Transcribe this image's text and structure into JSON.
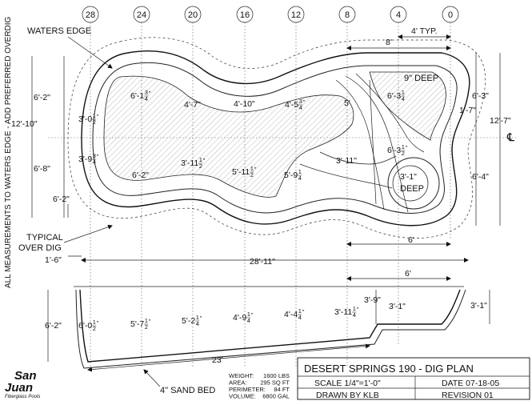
{
  "vertical_note": "ALL MEASUREMENTS TO WATERS EDGE - ADD PREFERRED OVERDIG",
  "stations": [
    "28",
    "24",
    "20",
    "16",
    "12",
    "8",
    "4",
    "0"
  ],
  "labels": {
    "waters_edge": "WATERS EDGE",
    "typical": "TYPICAL",
    "over_dig": "OVER DIG",
    "deep_main": "9\" DEEP",
    "deep_small": "DEEP",
    "sand_bed": "4\" SAND BED",
    "centerline": "℄"
  },
  "plan_dims": {
    "typ_4": "4' TYP.",
    "top_8": "8'",
    "left_6_2_top": "6'-2\"",
    "left_12_10": "12'-10\"",
    "left_6_8": "6'-8\"",
    "left_6_2_bottom": "6'-2\"",
    "overdig_1_6": "1'-6\"",
    "right_6_3": "6'-3\"",
    "right_1_7": "1'-7\"",
    "right_12_7": "12'-7\"",
    "right_6_4": "6'-4\"",
    "bottom_6": "6'",
    "overall_28_11": "28'-11\""
  },
  "plan_widths": [
    {
      "w": "6'-1",
      "n": "3",
      "d": "4",
      "s": "\""
    },
    {
      "w": "4'-7\"",
      "n": "",
      "d": "",
      "s": ""
    },
    {
      "w": "4'-10\"",
      "n": "",
      "d": "",
      "s": ""
    },
    {
      "w": "4'-5",
      "n": "3",
      "d": "4",
      "s": "\""
    },
    {
      "w": "5'",
      "n": "",
      "d": "",
      "s": ""
    },
    {
      "w": "6'-3",
      "n": "1",
      "d": "4",
      "s": ""
    },
    {
      "w": "3'-0",
      "n": "1",
      "d": "2",
      "s": "\""
    },
    {
      "w": "3'-9",
      "n": "3",
      "d": "4",
      "s": "\""
    },
    {
      "w": "3'-11",
      "n": "1",
      "d": "2",
      "s": "\""
    },
    {
      "w": "5'-11",
      "n": "1",
      "d": "2",
      "s": "\""
    },
    {
      "w": "5'-9",
      "n": "1",
      "d": "4",
      "s": ""
    },
    {
      "w": "3'-11\"",
      "n": "",
      "d": "",
      "s": ""
    },
    {
      "w": "6'-3",
      "n": "1",
      "d": "2",
      "s": "\""
    },
    {
      "w": "6'-2\"",
      "n": "",
      "d": "",
      "s": ""
    },
    {
      "w": "3'-1\"",
      "n": "",
      "d": "",
      "s": ""
    }
  ],
  "section_depths": [
    {
      "w": "6'-0",
      "n": "1",
      "d": "2",
      "s": "\""
    },
    {
      "w": "5'-7",
      "n": "1",
      "d": "2",
      "s": "\""
    },
    {
      "w": "5'-2",
      "n": "1",
      "d": "4",
      "s": "\""
    },
    {
      "w": "4'-9",
      "n": "1",
      "d": "4",
      "s": "\""
    },
    {
      "w": "4'-4",
      "n": "1",
      "d": "4",
      "s": "\""
    },
    {
      "w": "3'-11",
      "n": "1",
      "d": "4",
      "s": "\""
    }
  ],
  "section_dims": {
    "top_6": "6'",
    "step_3_9": "3'-9\"",
    "shallow_3_1": "3'-1\"",
    "right_3_1": "3'-1\"",
    "left_6_2": "6'-2\"",
    "length_23": "23'"
  },
  "specs": {
    "labels": [
      "WEIGHT:",
      "AREA:",
      "PERIMETER:",
      "VOLUME:"
    ],
    "values": [
      "1600 LBS",
      "295 SQ FT",
      "84 FT",
      "6800 GAL"
    ]
  },
  "title_block": {
    "title": "DESERT SPRINGS 190 - DIG PLAN",
    "scale": "SCALE 1/4\"=1'-0\"",
    "date": "DATE 07-18-05",
    "drawn": "DRAWN BY KLB",
    "revision": "REVISION 01"
  },
  "logo": {
    "line1": "San",
    "line2": "Juan",
    "sub": "Fiberglass Pools"
  }
}
